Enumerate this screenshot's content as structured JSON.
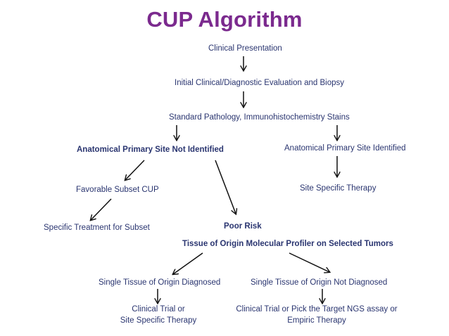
{
  "diagram": {
    "title": "CUP Algorithm",
    "title_color": "#7b2a8e",
    "text_color": "#2a3570",
    "nodes": {
      "clinical_presentation": "Clinical Presentation",
      "initial_evaluation": "Initial Clinical/Diagnostic Evaluation and Biopsy",
      "standard_pathology": "Standard Pathology, Immunohistochemistry Stains",
      "primary_not_identified": "Anatomical Primary Site Not Identified",
      "primary_identified": "Anatomical Primary Site Identified",
      "favorable_subset": "Favorable Subset CUP",
      "site_specific_therapy": "Site Specific Therapy",
      "specific_treatment": "Specific Treatment for Subset",
      "poor_risk": "Poor Risk",
      "tissue_profiler": "Tissue of Origin Molecular Profiler on Selected Tumors",
      "single_diagnosed": "Single Tissue of Origin Diagnosed",
      "single_not_diagnosed": "Single Tissue of Origin Not Diagnosed",
      "clinical_trial_site_line1": "Clinical Trial or",
      "clinical_trial_site_line2": "Site Specific Therapy",
      "clinical_trial_ngs_line1": "Clinical Trial or Pick the Target NGS assay or",
      "clinical_trial_ngs_line2": "Empiric Therapy"
    }
  }
}
